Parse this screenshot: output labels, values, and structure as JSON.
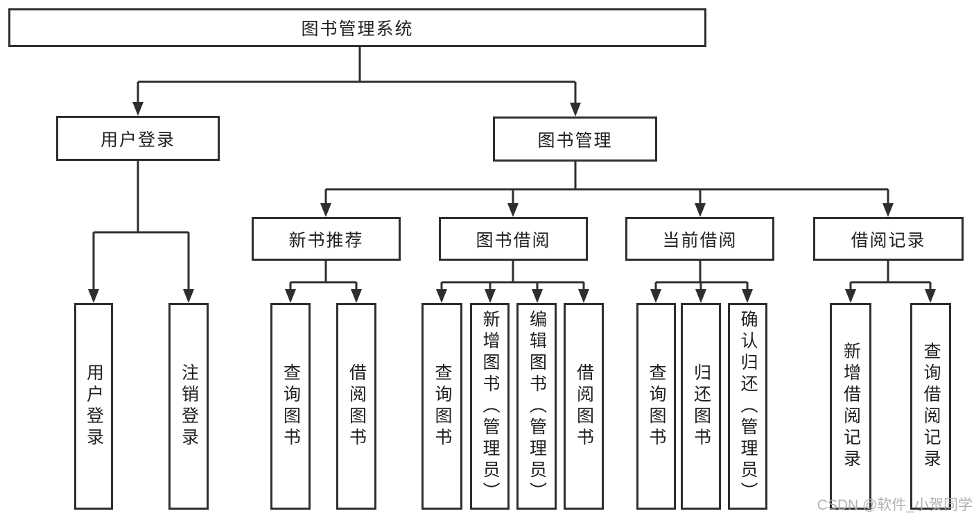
{
  "colors": {
    "line": "#2e2e2e",
    "text": "#1f1f1f",
    "watermark": "#aaaaaa",
    "background": "#ffffff"
  },
  "watermark": {
    "text": "CSDN @软件_小贺同学"
  },
  "tree": {
    "label": "图书管理系统",
    "children": [
      {
        "label": "用户登录",
        "children": [
          {
            "label": "用户登录"
          },
          {
            "label": "注销登录"
          }
        ]
      },
      {
        "label": "图书管理",
        "children": [
          {
            "label": "新书推荐",
            "children": [
              {
                "label": "查询图书"
              },
              {
                "label": "借阅图书"
              }
            ]
          },
          {
            "label": "图书借阅",
            "children": [
              {
                "label": "查询图书"
              },
              {
                "label": "新增图书（管理员）"
              },
              {
                "label": "编辑图书（管理员）"
              },
              {
                "label": "借阅图书"
              }
            ]
          },
          {
            "label": "当前借阅",
            "children": [
              {
                "label": "查询图书"
              },
              {
                "label": "归还图书"
              },
              {
                "label": "确认归还（管理员）"
              }
            ]
          },
          {
            "label": "借阅记录",
            "children": [
              {
                "label": "新增借阅记录"
              },
              {
                "label": "查询借阅记录"
              }
            ]
          }
        ]
      }
    ]
  }
}
